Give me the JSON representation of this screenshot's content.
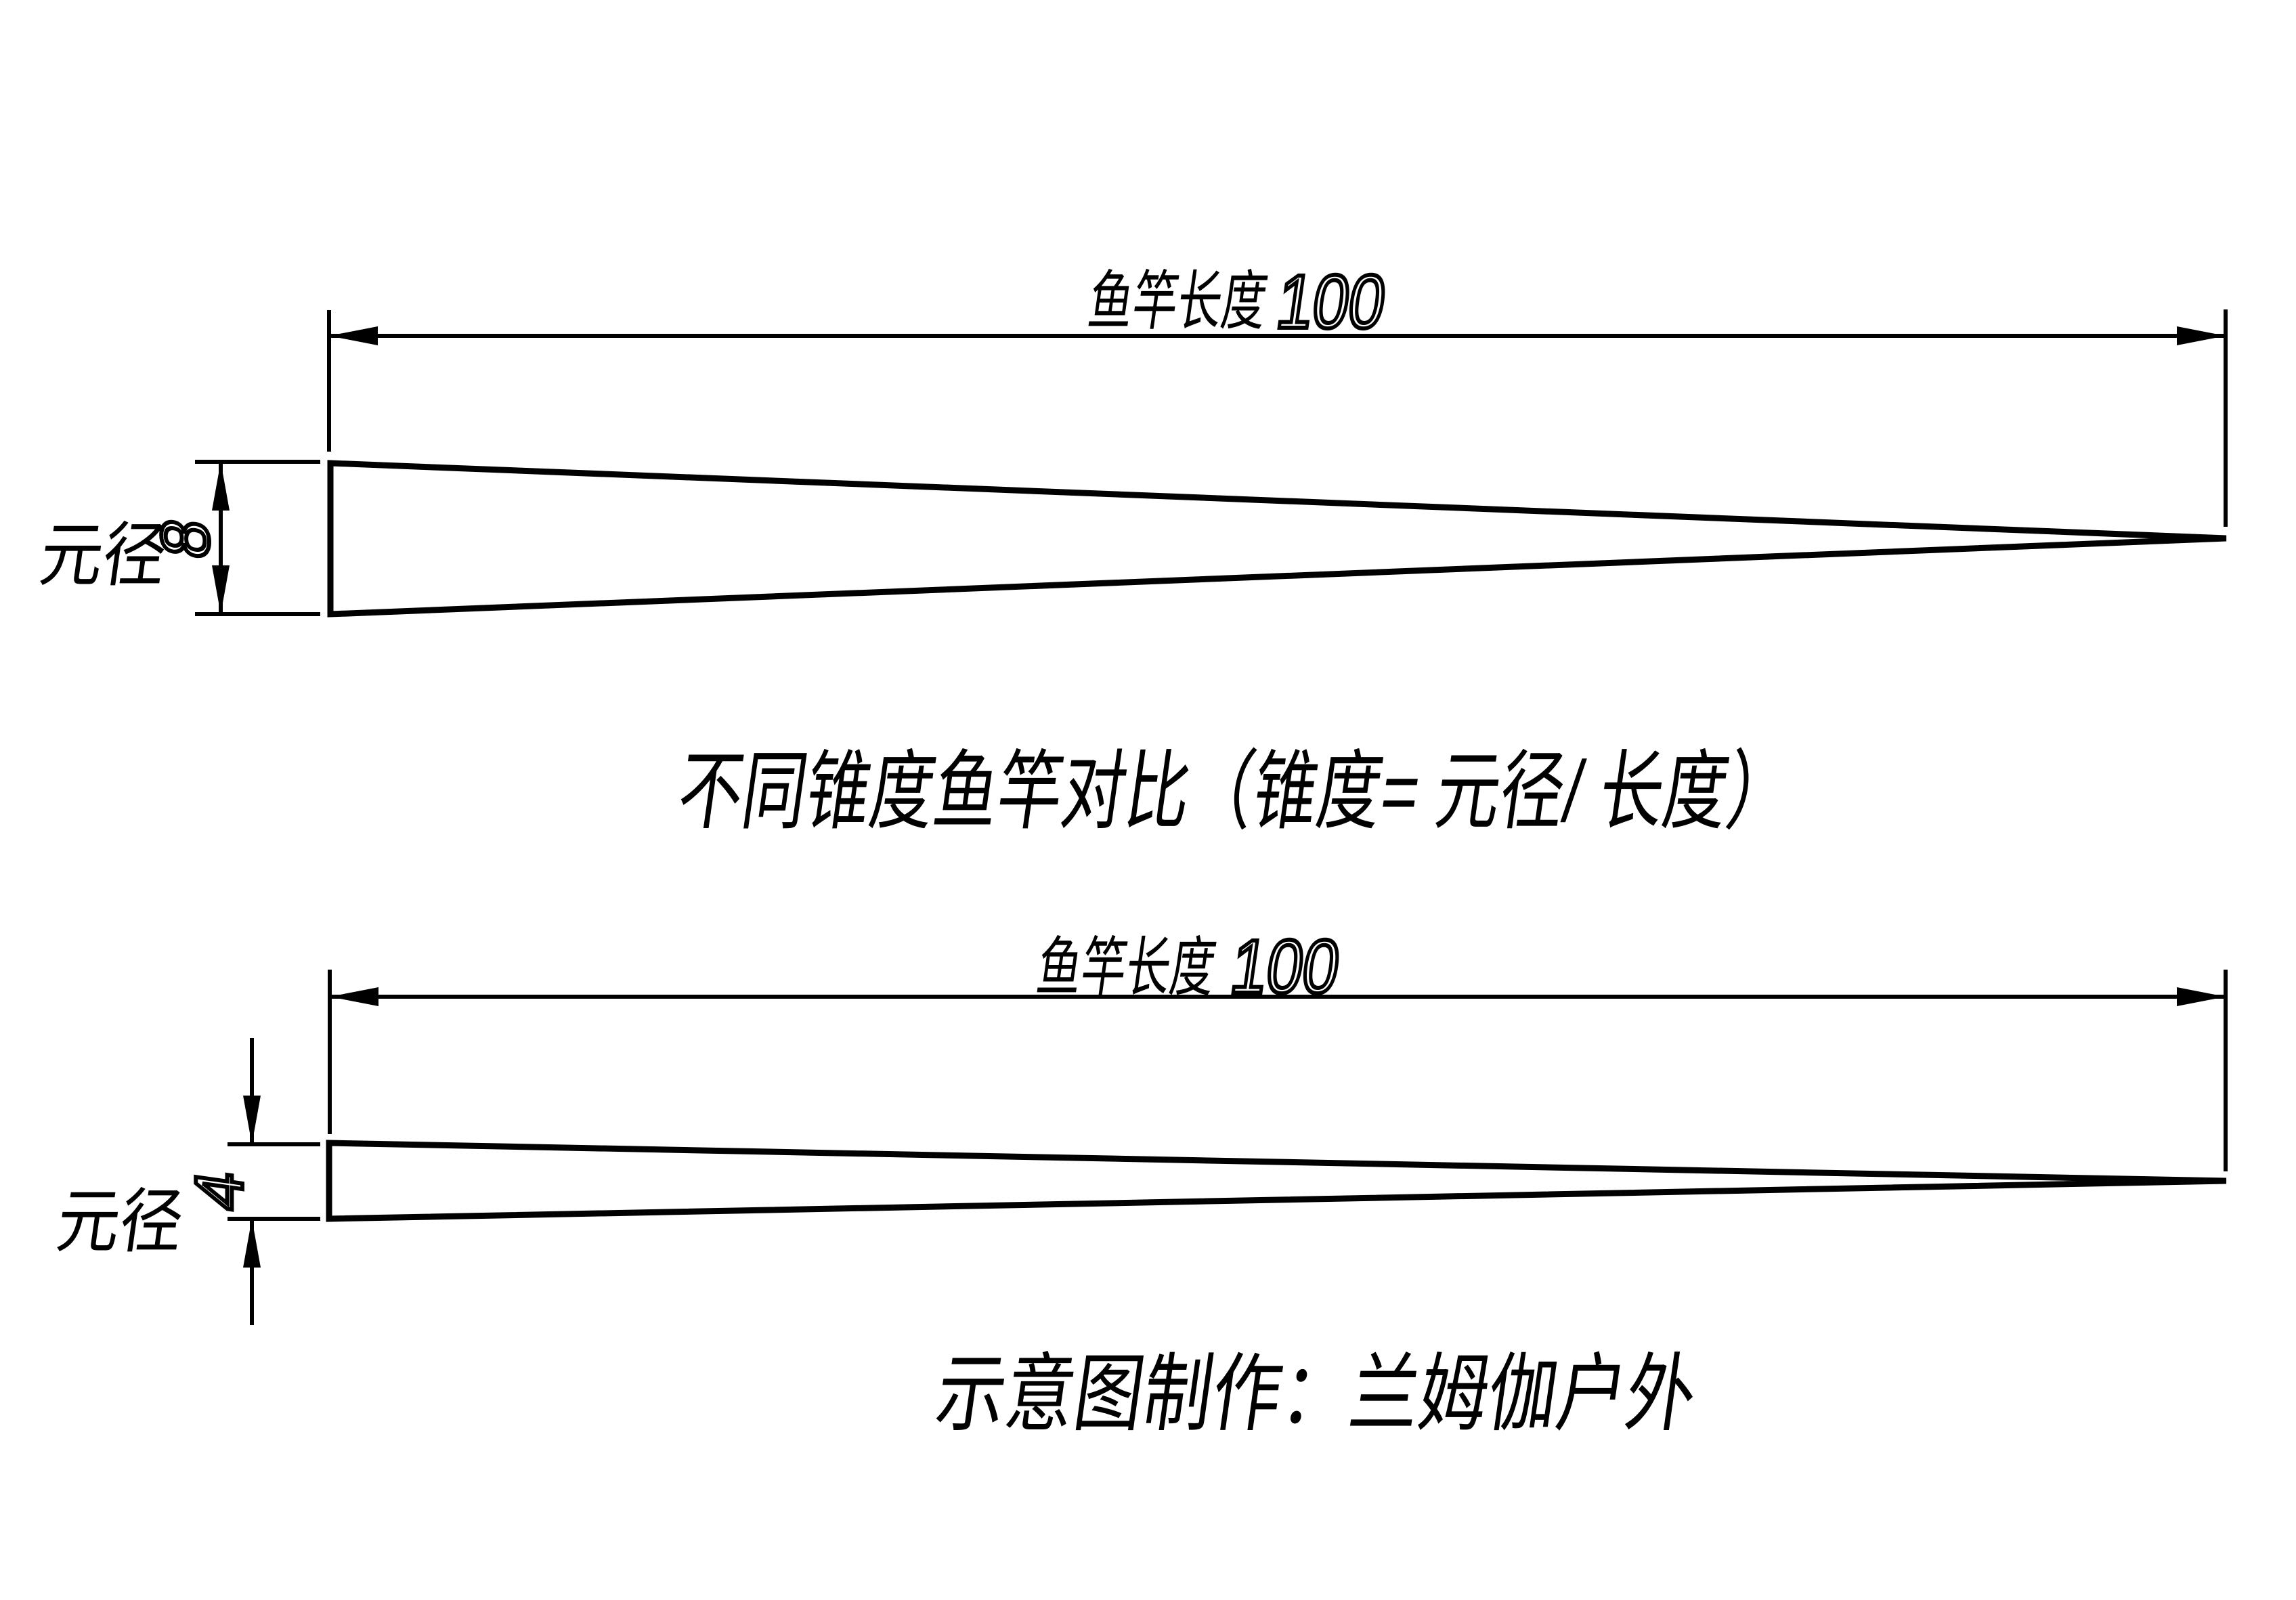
{
  "colors": {
    "ink": "#000000",
    "paper": "#ffffff"
  },
  "title": "不同锥度鱼竿对比（锥度= 元径/ 长度）",
  "credit": "示意图制作：兰姆伽户外",
  "top_rod": {
    "length_label": "鱼竿长度",
    "length_value": "100",
    "diameter_label": "元径",
    "diameter_value": "8"
  },
  "bottom_rod": {
    "length_label": "鱼竿长度",
    "length_value": "100",
    "diameter_label": "元径",
    "diameter_value": "4"
  }
}
